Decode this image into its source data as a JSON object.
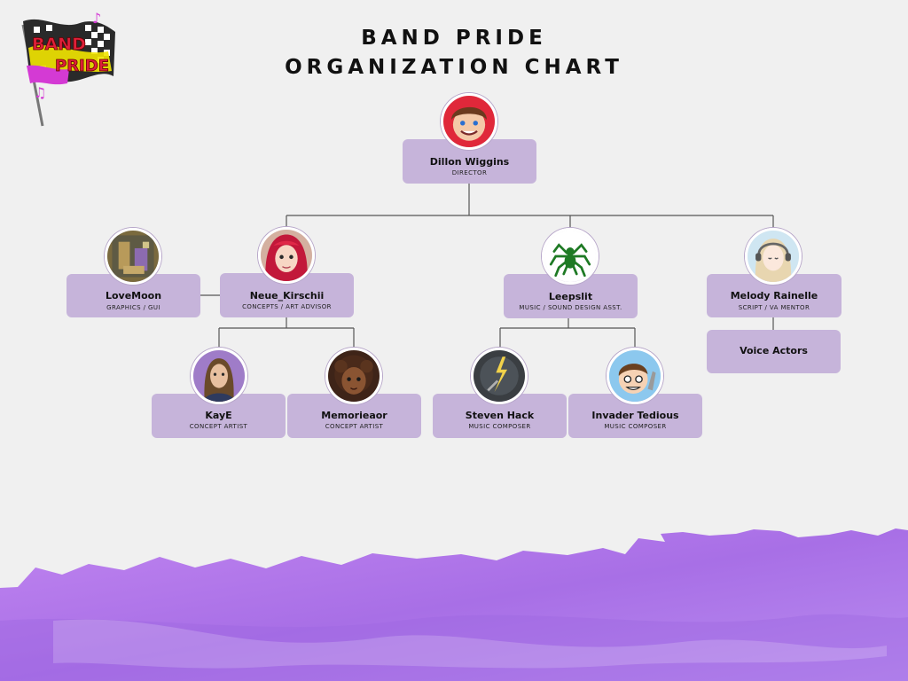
{
  "title": {
    "line1": "BAND PRIDE",
    "line2": "ORGANIZATION CHART"
  },
  "logo": {
    "text_top": "BAND",
    "text_bottom": "PRIDE"
  },
  "people": {
    "director": {
      "name": "Dillon Wiggins",
      "role": "DIRECTOR",
      "avatar": "smiling-boy-avatar"
    },
    "lovemoon": {
      "name": "LoveMoon",
      "role": "GRAPHICS / GUI",
      "avatar": "pixel-art-avatar"
    },
    "neue": {
      "name": "Neue_Kirschii",
      "role": "CONCEPTS / ART ADVISOR",
      "avatar": "red-haired-girl-avatar"
    },
    "leepslit": {
      "name": "Leepslit",
      "role": "MUSIC / SOUND DESIGN ASST.",
      "avatar": "green-spider-avatar"
    },
    "melody": {
      "name": "Melody Rainelle",
      "role": "SCRIPT / VA MENTOR",
      "avatar": "headphones-girl-avatar"
    },
    "voice": {
      "name": "Voice Actors"
    },
    "kaye": {
      "name": "KayE",
      "role": "CONCEPT ARTIST",
      "avatar": "long-haired-man-avatar"
    },
    "memorieaor": {
      "name": "Memorieaor",
      "role": "CONCEPT ARTIST",
      "avatar": "curly-haired-girl-avatar"
    },
    "steven": {
      "name": "Steven Hack",
      "role": "MUSIC COMPOSER",
      "avatar": "lightning-sword-avatar"
    },
    "invader": {
      "name": "Invader Tedious",
      "role": "MUSIC COMPOSER",
      "avatar": "waving-boy-avatar"
    }
  },
  "colors": {
    "card": "#c6b4da",
    "background": "#f0f0f0",
    "paint": "#b57be8",
    "text": "#111111"
  }
}
